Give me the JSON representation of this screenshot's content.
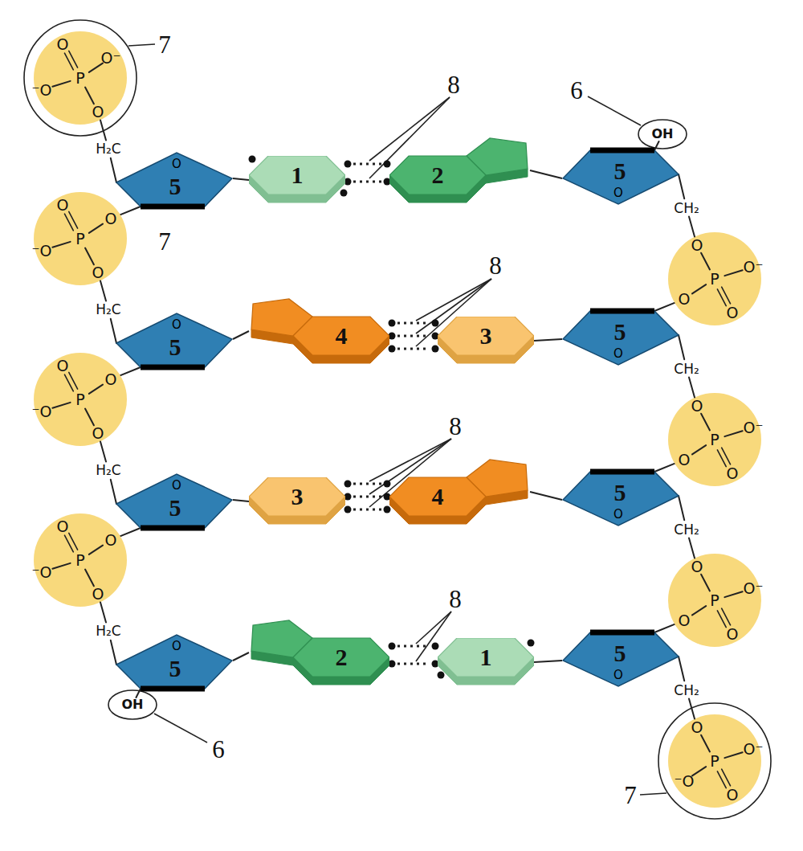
{
  "diagram": {
    "nodes": [
      {
        "text": [
          "O",
          "5"
        ]
      },
      {
        "text": [
          "1"
        ]
      },
      {
        "text": [
          "2"
        ]
      },
      {
        "text": [
          "O",
          "5"
        ]
      },
      {
        "text": [
          "O",
          "5"
        ]
      },
      {
        "text": [
          "4"
        ]
      },
      {
        "text": [
          "3"
        ]
      },
      {
        "text": [
          "O",
          "5"
        ]
      },
      {
        "text": [
          "O",
          "5"
        ]
      },
      {
        "text": [
          "3"
        ]
      },
      {
        "text": [
          "4"
        ]
      },
      {
        "text": [
          "O",
          "5"
        ]
      },
      {
        "text": [
          "O",
          "5"
        ]
      },
      {
        "text": [
          "2"
        ]
      },
      {
        "text": [
          "1"
        ]
      },
      {
        "text": [
          "O",
          "5"
        ]
      }
    ],
    "edges": [
      {
        "from": 0,
        "to": 1,
        "arrow": "none"
      },
      {
        "from": 3,
        "to": 2,
        "arrow": "none"
      },
      {
        "from": 4,
        "to": 5,
        "arrow": "none"
      },
      {
        "from": 7,
        "to": 6,
        "arrow": "none"
      },
      {
        "from": 8,
        "to": 9,
        "arrow": "none"
      },
      {
        "from": 11,
        "to": 10,
        "arrow": "none"
      },
      {
        "from": 12,
        "to": 13,
        "arrow": "none"
      },
      {
        "from": 15,
        "to": 14,
        "arrow": "none"
      }
    ],
    "labels": [
      "O",
      "O⁻",
      "⁻O",
      "P",
      "O",
      "H₂C",
      "O",
      "O",
      "⁻O",
      "P",
      "O",
      "H₂C",
      "O",
      "O",
      "⁻O",
      "P",
      "O",
      "H₂C",
      "O",
      "O",
      "⁻O",
      "P",
      "O",
      "H₂C",
      "O",
      "⁻O",
      "O⁻",
      "P",
      "O",
      "CH₂",
      "O",
      "O",
      "O⁻",
      "P",
      "O",
      "CH₂",
      "O",
      "O",
      "O⁻",
      "P",
      "O",
      "CH₂",
      "O",
      "O",
      "O⁻",
      "P",
      "O",
      "CH₂",
      "7",
      "7",
      "7",
      "6",
      "6",
      "OH",
      "OH",
      "8",
      "8",
      "8",
      "8"
    ]
  }
}
